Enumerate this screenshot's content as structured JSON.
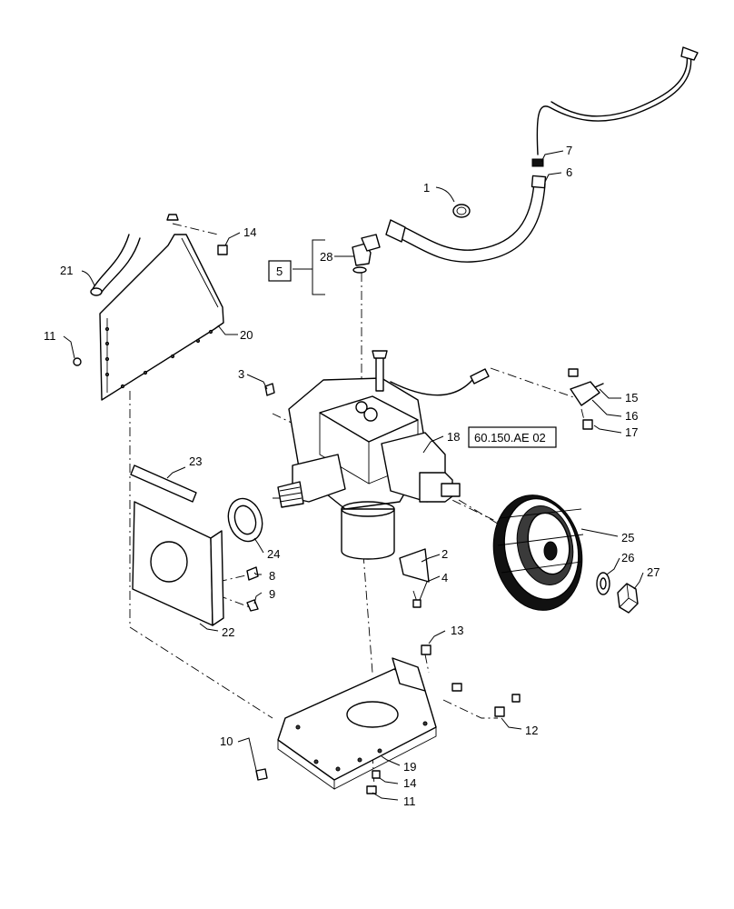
{
  "callouts": {
    "c1": "1",
    "c2": "2",
    "c3": "3",
    "c4": "4",
    "c5": "5",
    "c6": "6",
    "c7": "7",
    "c8": "8",
    "c9": "9",
    "c10": "10",
    "c11a": "11",
    "c11b": "11",
    "c12": "12",
    "c13": "13",
    "c14a": "14",
    "c14b": "14",
    "c15": "15",
    "c16": "16",
    "c17": "17",
    "c18": "18",
    "c19": "19",
    "c20": "20",
    "c21": "21",
    "c22": "22",
    "c23": "23",
    "c24": "24",
    "c25": "25",
    "c26": "26",
    "c27": "27",
    "c28": "28"
  },
  "reference": {
    "label": "60.150.AE 02"
  }
}
